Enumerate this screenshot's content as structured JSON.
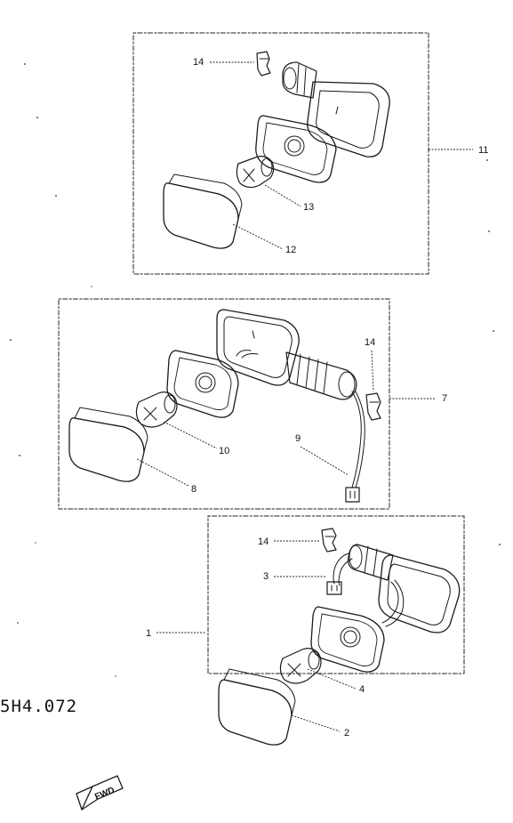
{
  "diagram": {
    "catalog_code": "5H4.072",
    "fwd_label": "FWD",
    "callouts": {
      "c14a": "14",
      "c11": "11",
      "c13": "13",
      "c12": "12",
      "c14b": "14",
      "c7": "7",
      "c9": "9",
      "c10": "10",
      "c8": "8",
      "c14c": "14",
      "c3": "3",
      "c1": "1",
      "c4": "4",
      "c2": "2"
    }
  }
}
